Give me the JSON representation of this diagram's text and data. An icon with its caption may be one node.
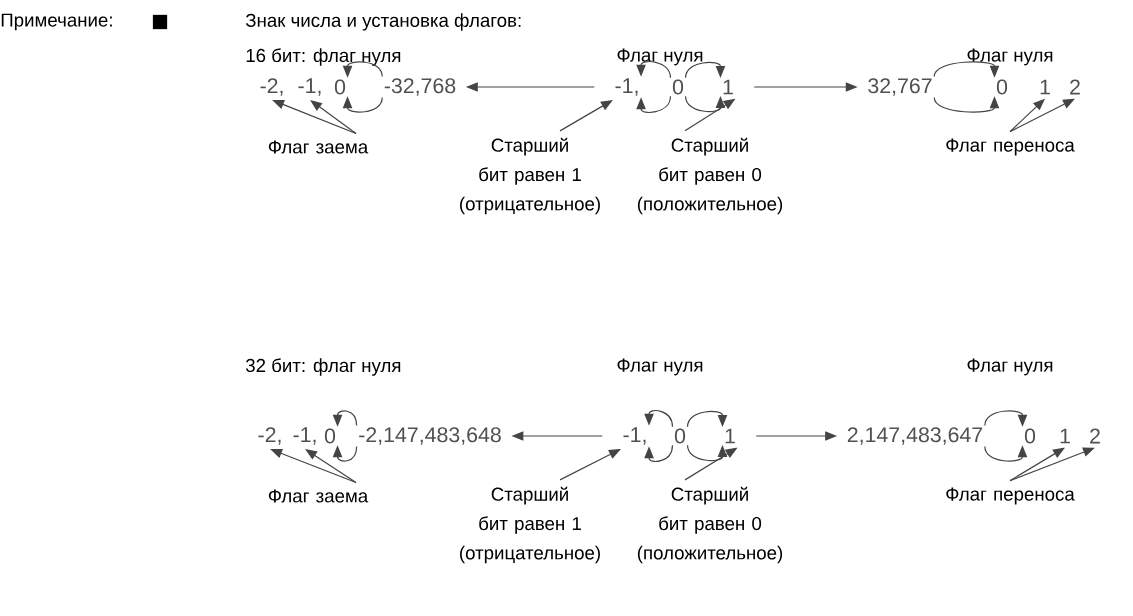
{
  "diagram": {
    "nodes": [
      {
        "text": [
          "-2,"
        ]
      },
      {
        "text": [
          "-1,"
        ]
      },
      {
        "text": [
          "0"
        ]
      },
      {
        "text": [
          "-32,768"
        ]
      },
      {
        "text": [
          "-1,"
        ]
      },
      {
        "text": [
          "0"
        ]
      },
      {
        "text": [
          "1"
        ]
      },
      {
        "text": [
          "32,767"
        ]
      },
      {
        "text": [
          "0"
        ]
      },
      {
        "text": [
          "1"
        ]
      },
      {
        "text": [
          "2"
        ]
      },
      {
        "text": [
          "Флаг заема"
        ]
      },
      {
        "text": [
          "Старший бит равен 1 (отрицательное)"
        ]
      },
      {
        "text": [
          "Старший бит равен 0 (положительное)"
        ]
      },
      {
        "text": [
          "Флаг переноса"
        ]
      },
      {
        "text": [
          "-2,"
        ]
      },
      {
        "text": [
          "-1,"
        ]
      },
      {
        "text": [
          "0"
        ]
      },
      {
        "text": [
          "-2,147,483,648"
        ]
      },
      {
        "text": [
          "-1,"
        ]
      },
      {
        "text": [
          "0"
        ]
      },
      {
        "text": [
          "1"
        ]
      },
      {
        "text": [
          "2,147,483,647"
        ]
      },
      {
        "text": [
          "0"
        ]
      },
      {
        "text": [
          "1"
        ]
      },
      {
        "text": [
          "2"
        ]
      },
      {
        "text": [
          "Флаг заема"
        ]
      },
      {
        "text": [
          "Старший бит равен 1 (отрицательное)"
        ]
      },
      {
        "text": [
          "Старший бит равен 0 (положительное)"
        ]
      },
      {
        "text": [
          "Флаг переноса"
        ]
      }
    ],
    "edges": [
      {
        "from": 3,
        "to": 2,
        "arrow": "to"
      },
      {
        "from": 3,
        "to": 2,
        "arrow": "to"
      },
      {
        "from": 4,
        "to": 3,
        "arrow": "to"
      },
      {
        "from": 5,
        "to": 4,
        "arrow": "to"
      },
      {
        "from": 5,
        "to": 6,
        "arrow": "to"
      },
      {
        "from": 5,
        "to": 4,
        "arrow": "to"
      },
      {
        "from": 5,
        "to": 6,
        "arrow": "to"
      },
      {
        "from": 6,
        "to": 7,
        "arrow": "to"
      },
      {
        "from": 7,
        "to": 8,
        "arrow": "to"
      },
      {
        "from": 7,
        "to": 8,
        "arrow": "to"
      },
      {
        "from": 11,
        "to": 0,
        "arrow": "to"
      },
      {
        "from": 11,
        "to": 1,
        "arrow": "to"
      },
      {
        "from": 12,
        "to": 4,
        "arrow": "to"
      },
      {
        "from": 13,
        "to": 6,
        "arrow": "to"
      },
      {
        "from": 14,
        "to": 9,
        "arrow": "to"
      },
      {
        "from": 14,
        "to": 10,
        "arrow": "to"
      },
      {
        "from": 18,
        "to": 17,
        "arrow": "to"
      },
      {
        "from": 18,
        "to": 17,
        "arrow": "to"
      },
      {
        "from": 19,
        "to": 18,
        "arrow": "to"
      },
      {
        "from": 20,
        "to": 19,
        "arrow": "to"
      },
      {
        "from": 20,
        "to": 21,
        "arrow": "to"
      },
      {
        "from": 20,
        "to": 19,
        "arrow": "to"
      },
      {
        "from": 20,
        "to": 21,
        "arrow": "to"
      },
      {
        "from": 21,
        "to": 22,
        "arrow": "to"
      },
      {
        "from": 22,
        "to": 23,
        "arrow": "to"
      },
      {
        "from": 22,
        "to": 23,
        "arrow": "to"
      },
      {
        "from": 26,
        "to": 15,
        "arrow": "to"
      },
      {
        "from": 26,
        "to": 16,
        "arrow": "to"
      },
      {
        "from": 27,
        "to": 19,
        "arrow": "to"
      },
      {
        "from": 28,
        "to": 21,
        "arrow": "to"
      },
      {
        "from": 29,
        "to": 24,
        "arrow": "to"
      },
      {
        "from": 29,
        "to": 25,
        "arrow": "to"
      }
    ],
    "labels": [
      "Примечание:",
      "■",
      "Знак числа и установка флагов:",
      "16 бит: флаг нуля",
      "Флаг нуля",
      "Флаг нуля",
      "32 бит: флаг нуля",
      "Флаг нуля",
      "Флаг нуля"
    ]
  }
}
